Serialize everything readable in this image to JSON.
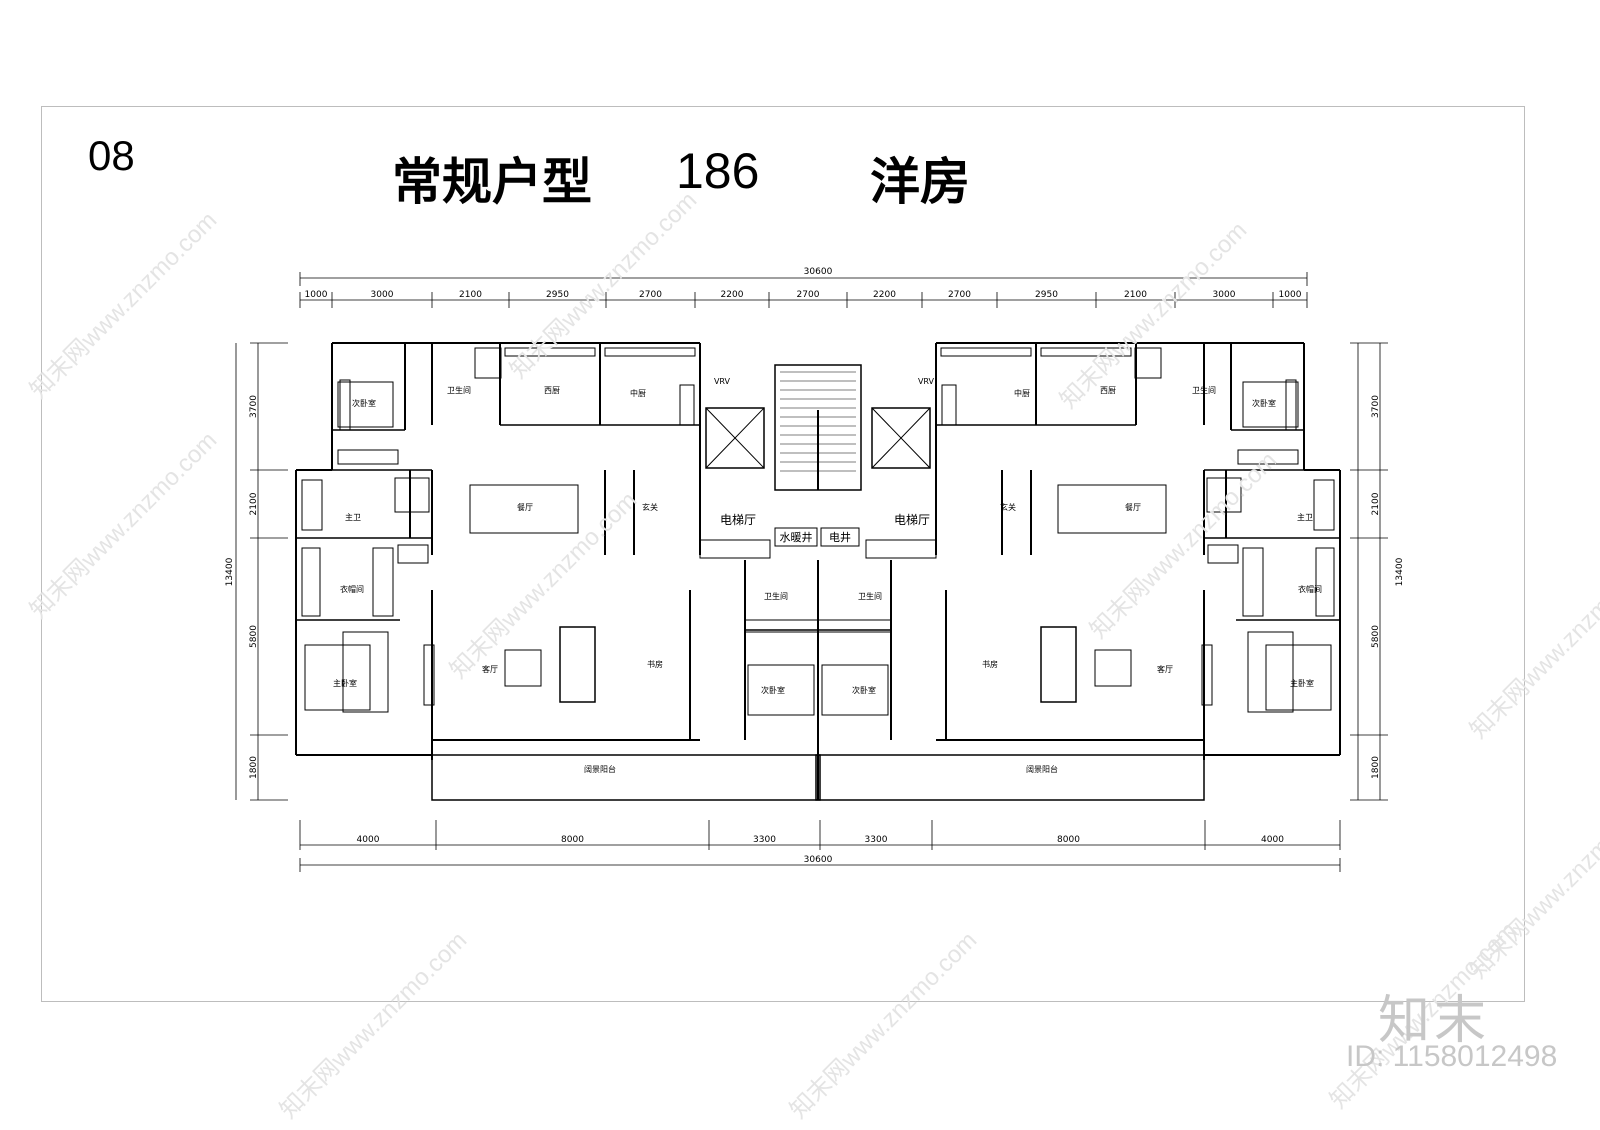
{
  "sheet": {
    "number": "08",
    "title_name": "常规户型",
    "title_area": "186",
    "title_style": "洋房"
  },
  "dimensions": {
    "top_total": "30600",
    "top_segments": [
      "1000",
      "3000",
      "2100",
      "2950",
      "2700",
      "2200",
      "2700",
      "2200",
      "2700",
      "2950",
      "2100",
      "3000",
      "1000"
    ],
    "bottom_segments": [
      "4000",
      "8000",
      "3300",
      "3300",
      "8000",
      "4000"
    ],
    "bottom_total": "30600",
    "side_total": "13400",
    "side_segments": [
      "3700",
      "2100",
      "5800",
      "1800"
    ]
  },
  "rooms": {
    "second_bedroom": "次卧室",
    "bathroom": "卫生间",
    "western_kitchen": "西厨",
    "chinese_kitchen": "中厨",
    "vrv": "VRV",
    "dining": "餐厅",
    "foyer": "玄关",
    "elevator_hall": "电梯厅",
    "master_bath": "主卫",
    "cloakroom": "衣帽间",
    "master_bedroom": "主卧室",
    "living": "客厅",
    "study": "书房",
    "water_shaft": "水暖井",
    "electric_shaft": "电井",
    "balcony": "阔景阳台"
  },
  "watermark": {
    "logo": "知末",
    "id": "ID: 1158012498",
    "url": "知末网www.znzmo.com"
  }
}
